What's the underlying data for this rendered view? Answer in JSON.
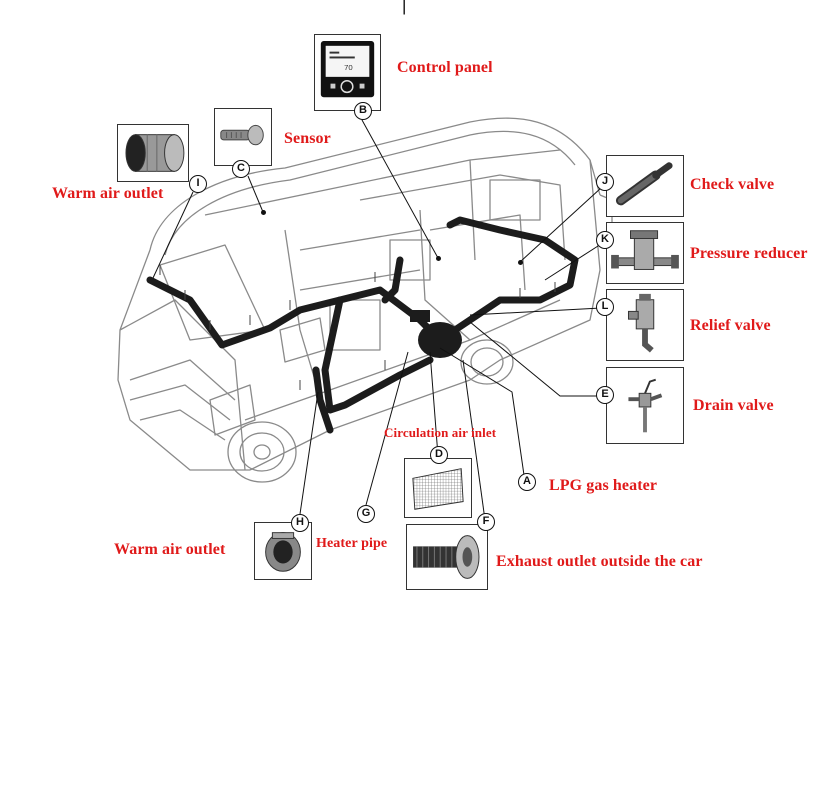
{
  "header": {
    "cropped_title": "|"
  },
  "components": [
    {
      "id": "A",
      "label": "LPG gas heater",
      "icon": "lpg-gas-heater-icon"
    },
    {
      "id": "B",
      "label": "Control panel",
      "icon": "control-panel-icon"
    },
    {
      "id": "C",
      "label": "Sensor",
      "icon": "sensor-icon"
    },
    {
      "id": "D",
      "label": "Circulation air inlet",
      "icon": "air-inlet-grille-icon"
    },
    {
      "id": "E",
      "label": "Drain valve",
      "icon": "drain-valve-icon"
    },
    {
      "id": "F",
      "label": "Exhaust outlet outside the car",
      "icon": "exhaust-outlet-icon"
    },
    {
      "id": "G",
      "label": "Heater pipe",
      "icon": "heater-pipe-icon"
    },
    {
      "id": "H",
      "label": "Warm air outlet",
      "icon": "warm-air-outlet-icon"
    },
    {
      "id": "I",
      "label": "Warm air outlet",
      "icon": "warm-air-outlet-icon"
    },
    {
      "id": "J",
      "label": "Check valve",
      "icon": "check-valve-icon"
    },
    {
      "id": "K",
      "label": "Pressure reducer",
      "icon": "pressure-reducer-icon"
    },
    {
      "id": "L",
      "label": "Relief valve",
      "icon": "relief-valve-icon"
    }
  ],
  "control_panel_screen": {
    "value": "70"
  },
  "colors": {
    "label": "#e01a1a",
    "line": "#111111",
    "duct": "#1c1c1c"
  }
}
